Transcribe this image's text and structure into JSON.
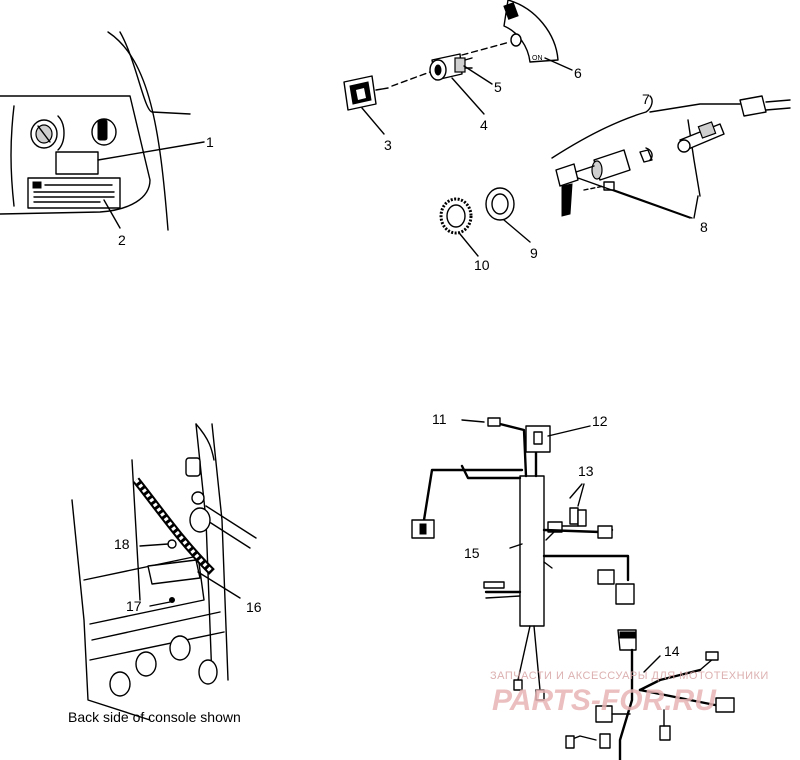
{
  "callouts": {
    "c1": "1",
    "c2": "2",
    "c3": "3",
    "c4": "4",
    "c5": "5",
    "c6": "6",
    "c7": "7",
    "c8": "8",
    "c9": "9",
    "c10": "10",
    "c11": "11",
    "c12": "12",
    "c13": "13",
    "c14": "14",
    "c15": "15",
    "c16": "16",
    "c17": "17",
    "c18": "18"
  },
  "caption": "Back side of console shown",
  "dial_label": "ON",
  "watermark": {
    "tagline": "ЗАПЧАСТИ И АКСЕССУАРЫ ДЛЯ МОТОТЕХНИКИ",
    "brand": "PARTS-FOR.RU",
    "color": "#e8b4b4"
  }
}
